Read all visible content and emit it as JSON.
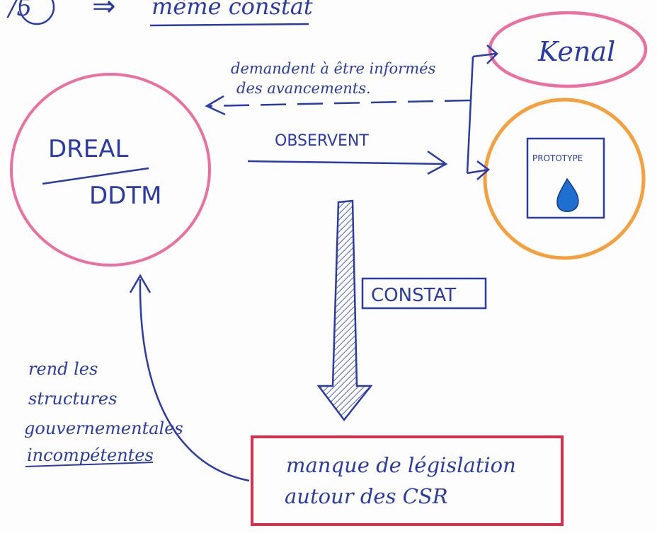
{
  "header": {
    "step": "/5",
    "implies": "⇒",
    "title": "même constat"
  },
  "nodes": {
    "dreal": {
      "line1": "DREAL",
      "line2": "DDTM"
    },
    "kenal": {
      "label": "Kenal"
    },
    "prototype": {
      "label": "PROTOTYPE",
      "icon": "water-drop-icon"
    },
    "manque": {
      "line1": "manque de législation",
      "line2": "autour des CSR"
    }
  },
  "edges": {
    "informes": {
      "line1": "demandent à être informés",
      "line2": "des avancements."
    },
    "observent": {
      "label": "OBSERVENT"
    },
    "constat": {
      "label": "CONSTAT"
    },
    "rend": {
      "lines": [
        "rend les",
        "structures",
        "gouvernementales",
        "incompétentes"
      ]
    }
  },
  "colors": {
    "ink": "#2a3aa8",
    "pink": "#ec6fa0",
    "orange": "#f5a03c",
    "red": "#d8304a",
    "drop": "#1f6fd0"
  }
}
